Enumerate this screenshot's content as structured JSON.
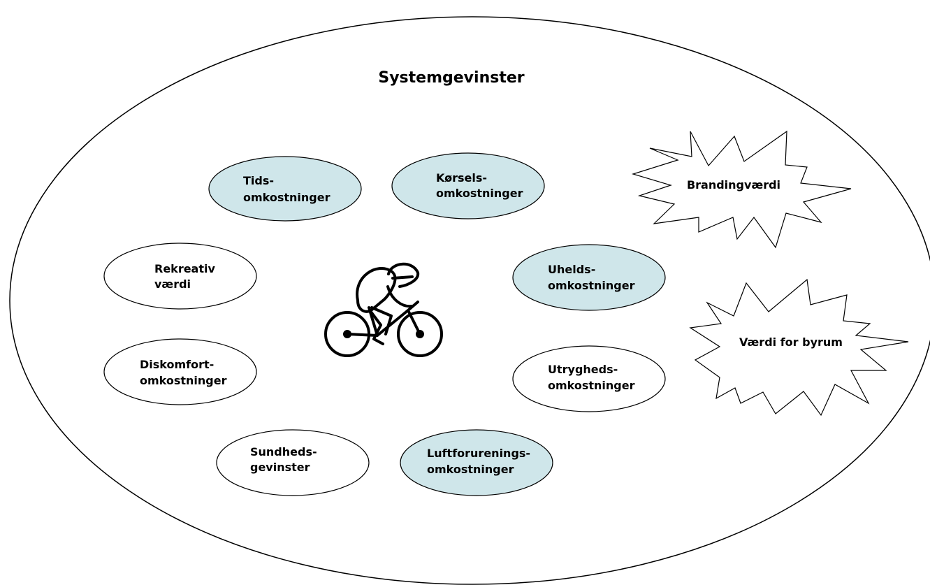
{
  "title": "Systemgevinster",
  "colors": {
    "background": "#ffffff",
    "stroke": "#000000",
    "highlight_fill": "#cfe6ea",
    "plain_fill": "#ffffff"
  },
  "nodes": {
    "tids": {
      "line1": "Tids-",
      "line2": "omkostninger",
      "highlighted": true
    },
    "korsels": {
      "line1": "Kørsels-",
      "line2": "omkostninger",
      "highlighted": true
    },
    "uhelds": {
      "line1": "Uhelds-",
      "line2": "omkostninger",
      "highlighted": true
    },
    "rekreativ": {
      "line1": "Rekreativ",
      "line2": "værdi",
      "highlighted": false
    },
    "diskomfort": {
      "line1": "Diskomfort-",
      "line2": "omkostninger",
      "highlighted": false
    },
    "utrygheds": {
      "line1": "Utrygheds-",
      "line2": "omkostninger",
      "highlighted": false
    },
    "sundheds": {
      "line1": "Sundheds-",
      "line2": "gevinster",
      "highlighted": false
    },
    "luftforurenings": {
      "line1": "Luftforurenings-",
      "line2": "omkostninger",
      "highlighted": true
    }
  },
  "bursts": {
    "branding": {
      "label": "Brandingværdi"
    },
    "byrum": {
      "label": "Værdi for byrum"
    }
  },
  "center_icon": "cyclist-icon"
}
